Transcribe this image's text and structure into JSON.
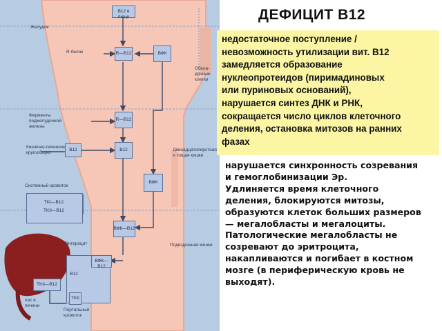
{
  "title": "ДЕФИЦИТ В12",
  "deficit_box": {
    "text": "недостаточное поступление /\nневозможность утилизации вит. В12\nзамедляется образование\nнуклеопротеидов (пиримадиновых\nили пуриновых оснований),\nнарушается синтез ДНК и РНК,\nсокращается число циклов клеточного\nделения, остановка митозов на ранних\nфазах",
    "background": "#fbf5a4"
  },
  "effects_text": "нарушается синхронность созревания\nи гемоглобинизации Эр.\nУдлиняется время клеточного\nделения, блокируются митозы,\nобразуются клеток больших размеров\n— мегалобласты и мегалоциты.\nПатологические мегалобласты не\nсозревают до эритроцита,\nнакапливаются и погибает в костном\nмозге (в периферическую кровь не\nвыходят).",
  "diagram": {
    "colors": {
      "background": "#b7cbe3",
      "tract": "#f6c6b6",
      "tract_edge": "#e8a898",
      "box": "#b8c9e6",
      "liver": "#8b1e1e"
    },
    "labels": {
      "stomach": "Желудок",
      "r_protein": "R-белок",
      "pancreas_enzymes": "Ферменты\nподжелудочной\nжелезы",
      "enterohepatic": "Кишечно-печеночный\nкругооборот",
      "systemic_blood": "Системный кровоток",
      "parietal_cells": "Обкла-\nдочные\nклетки",
      "duodenum": "Двенадцатиперстная\nи тощая кишки",
      "ileum": "Подвздошная кишки",
      "enterocyte": "Энтероцит",
      "portal_blood": "Портальный\nкровоток",
      "liver_text": "пас в\nпечени"
    },
    "boxes": {
      "b12_food": "B12 в пище",
      "r_b12_a": "R—B12",
      "if_a": "ВФК",
      "r_b12_b": "R—B12",
      "b12_left": "B12",
      "b12_mid": "B12",
      "if_b": "ВФК",
      "if_b12": "ВФК—B12",
      "tc_1": "TKI—B12",
      "tc_2": "TKII—B12",
      "b12_ent": "B12",
      "if_b12_ent": "ВФК—B12",
      "tkii": "TKII",
      "tkii_b12": "TKII—B12"
    }
  }
}
